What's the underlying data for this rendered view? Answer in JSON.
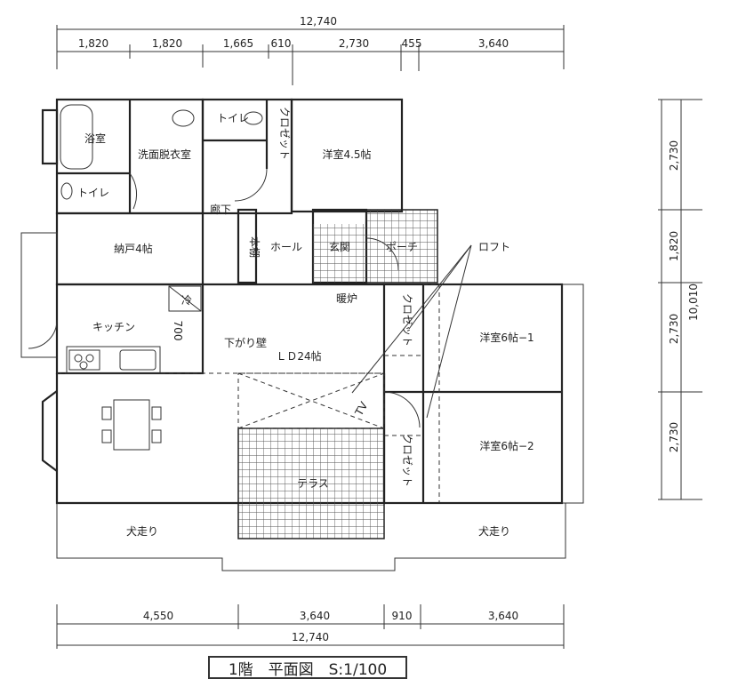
{
  "dimensions": {
    "top_total": "12,740",
    "top_segments": [
      "1,820",
      "1,820",
      "1,665",
      "610",
      "2,730",
      "455",
      "3,640"
    ],
    "right_total": "10,010",
    "right_segments": [
      "2,730",
      "1,820",
      "2,730",
      "2,730"
    ],
    "bottom_segments": [
      "4,550",
      "3,640",
      "910",
      "3,640"
    ],
    "bottom_total": "12,740",
    "inner_700": "700"
  },
  "rooms": {
    "bath": "浴室",
    "washroom": "洗面脱衣室",
    "toilet1": "トイレ",
    "toilet2": "トイレ",
    "western45": "洋室4.5帖",
    "corridor": "廊下",
    "storage4": "納戸4帖",
    "bookshelf": "本棚",
    "hall": "ホール",
    "entrance": "玄関",
    "porch": "ポーチ",
    "loft": "ロフト",
    "fireplace": "暖炉",
    "kitchen": "キッチン",
    "fridge": "冷",
    "lowered_wall": "下がり壁",
    "ld": "ＬＤ24帖",
    "closet1": "クロゼット",
    "closet2": "クロゼット",
    "closet3": "クロゼット",
    "western6_1": "洋室6帖−1",
    "western6_2": "洋室6帖−2",
    "terrace": "テラス",
    "tv": "TV",
    "dogrun1": "犬走り",
    "dogrun2": "犬走り"
  },
  "title": "1階　平面図　S:1/100"
}
